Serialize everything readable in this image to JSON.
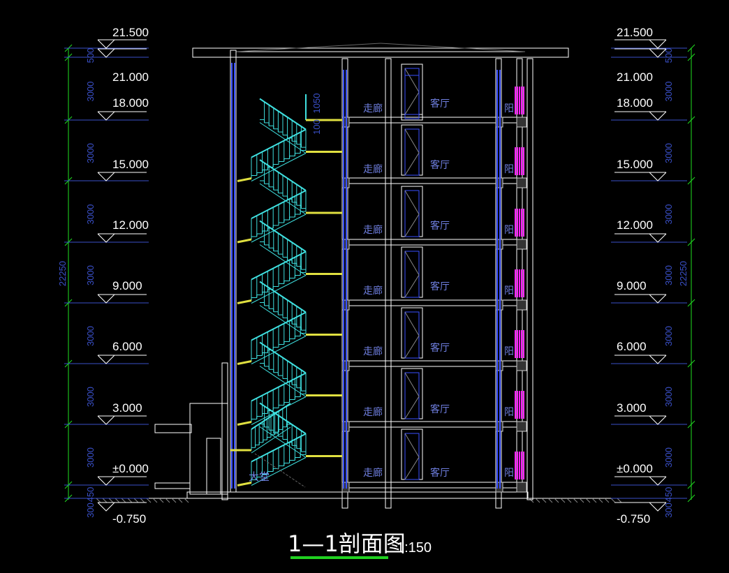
{
  "title": {
    "main": "1—1剖面图",
    "scale": "1:150"
  },
  "levels": [
    "21.500",
    "21.000",
    "18.000",
    "15.000",
    "12.000",
    "9.000",
    "6.000",
    "3.000",
    "±0.000",
    "-0.750"
  ],
  "dims": {
    "roof": "500",
    "floor": "3000",
    "plinth": "450",
    "base": "300",
    "total": "22250",
    "stair_top": "1050",
    "stair_small": "100"
  },
  "rooms": {
    "corridor": "走廊",
    "living": "客厅",
    "balcony": "阳台",
    "lobby": "大堂"
  },
  "colors": {
    "bg": "#000000",
    "wall": "#ffffff",
    "glass": "#3a50ff",
    "rail": "#3fe0e0",
    "slab": "#e0e040",
    "dim_line": "#20e020",
    "railing_pink": "#ff20ff"
  }
}
